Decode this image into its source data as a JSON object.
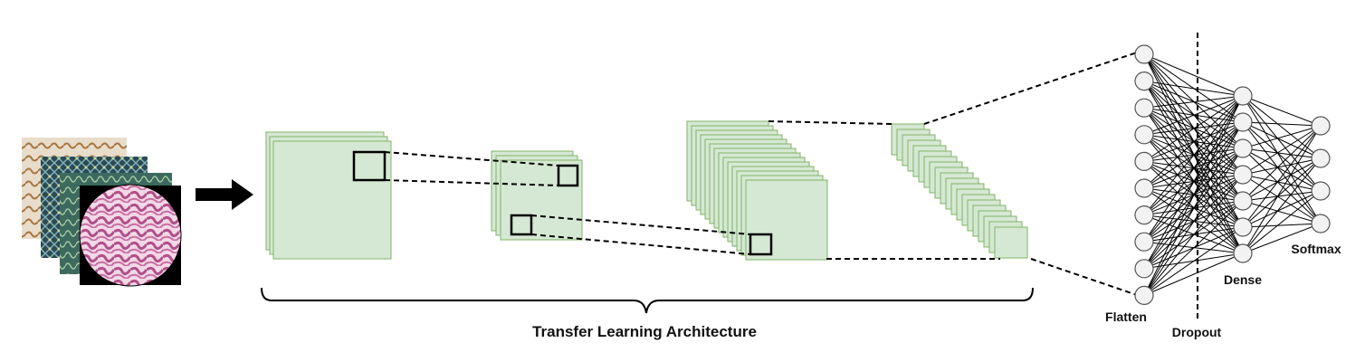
{
  "caption": "Transfer Learning Architecture",
  "labels": {
    "flatten": "Flatten",
    "dropout": "Dropout",
    "dense": "Dense",
    "softmax": "Softmax"
  },
  "network": {
    "flatten_nodes": 10,
    "dense_nodes": 7,
    "softmax_nodes": 4
  },
  "colors": {
    "feature_map_fill": "#d5e8d4",
    "feature_map_stroke": "#82b366",
    "node_fill": "#f2f2f2",
    "node_stroke": "#555555",
    "line": "#000000"
  }
}
